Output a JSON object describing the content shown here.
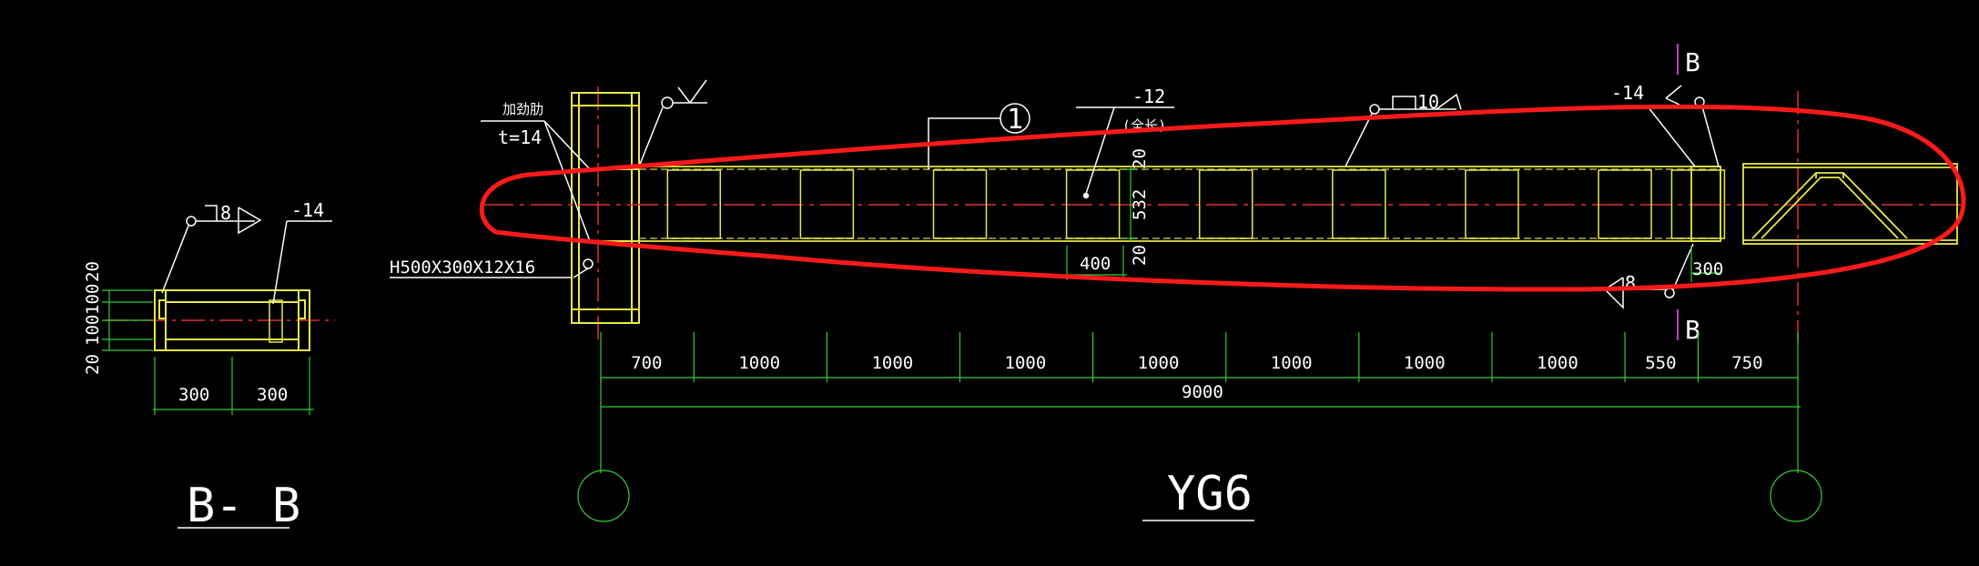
{
  "colors": {
    "background": "#000000",
    "steel": "#e8e84a",
    "dimension": "#33cc33",
    "center_line": "#e03030",
    "leader": "#ffffff",
    "hidden": "#9a9a3a",
    "markup": "#ff1a1a",
    "cut_mark": "#c040c0"
  },
  "section_view": {
    "title": "B- B",
    "weld_label": "8",
    "plate_label": "-14",
    "width_dims": [
      "300",
      "300"
    ],
    "height_dims": [
      "20",
      "100",
      "100",
      "20"
    ]
  },
  "column": {
    "stiffener_label": "加劲肋",
    "stiffener_thickness": "t=14",
    "section_label": "H500X300X12X16"
  },
  "beam": {
    "title": "YG6",
    "detail_number": "1",
    "plate_label": "-12",
    "plate_note": "(全长)",
    "depth_dims": [
      "20",
      "532",
      "20"
    ],
    "spacing_dim": "400",
    "weld_top": "10",
    "end_plate_label": "-14",
    "weld_bottom": "8",
    "end_dim": "300",
    "cut_label": "B",
    "span_dims": [
      "700",
      "1000",
      "1000",
      "1000",
      "1000",
      "1000",
      "1000",
      "1000",
      "550",
      "750"
    ],
    "total_dim": "9000"
  }
}
